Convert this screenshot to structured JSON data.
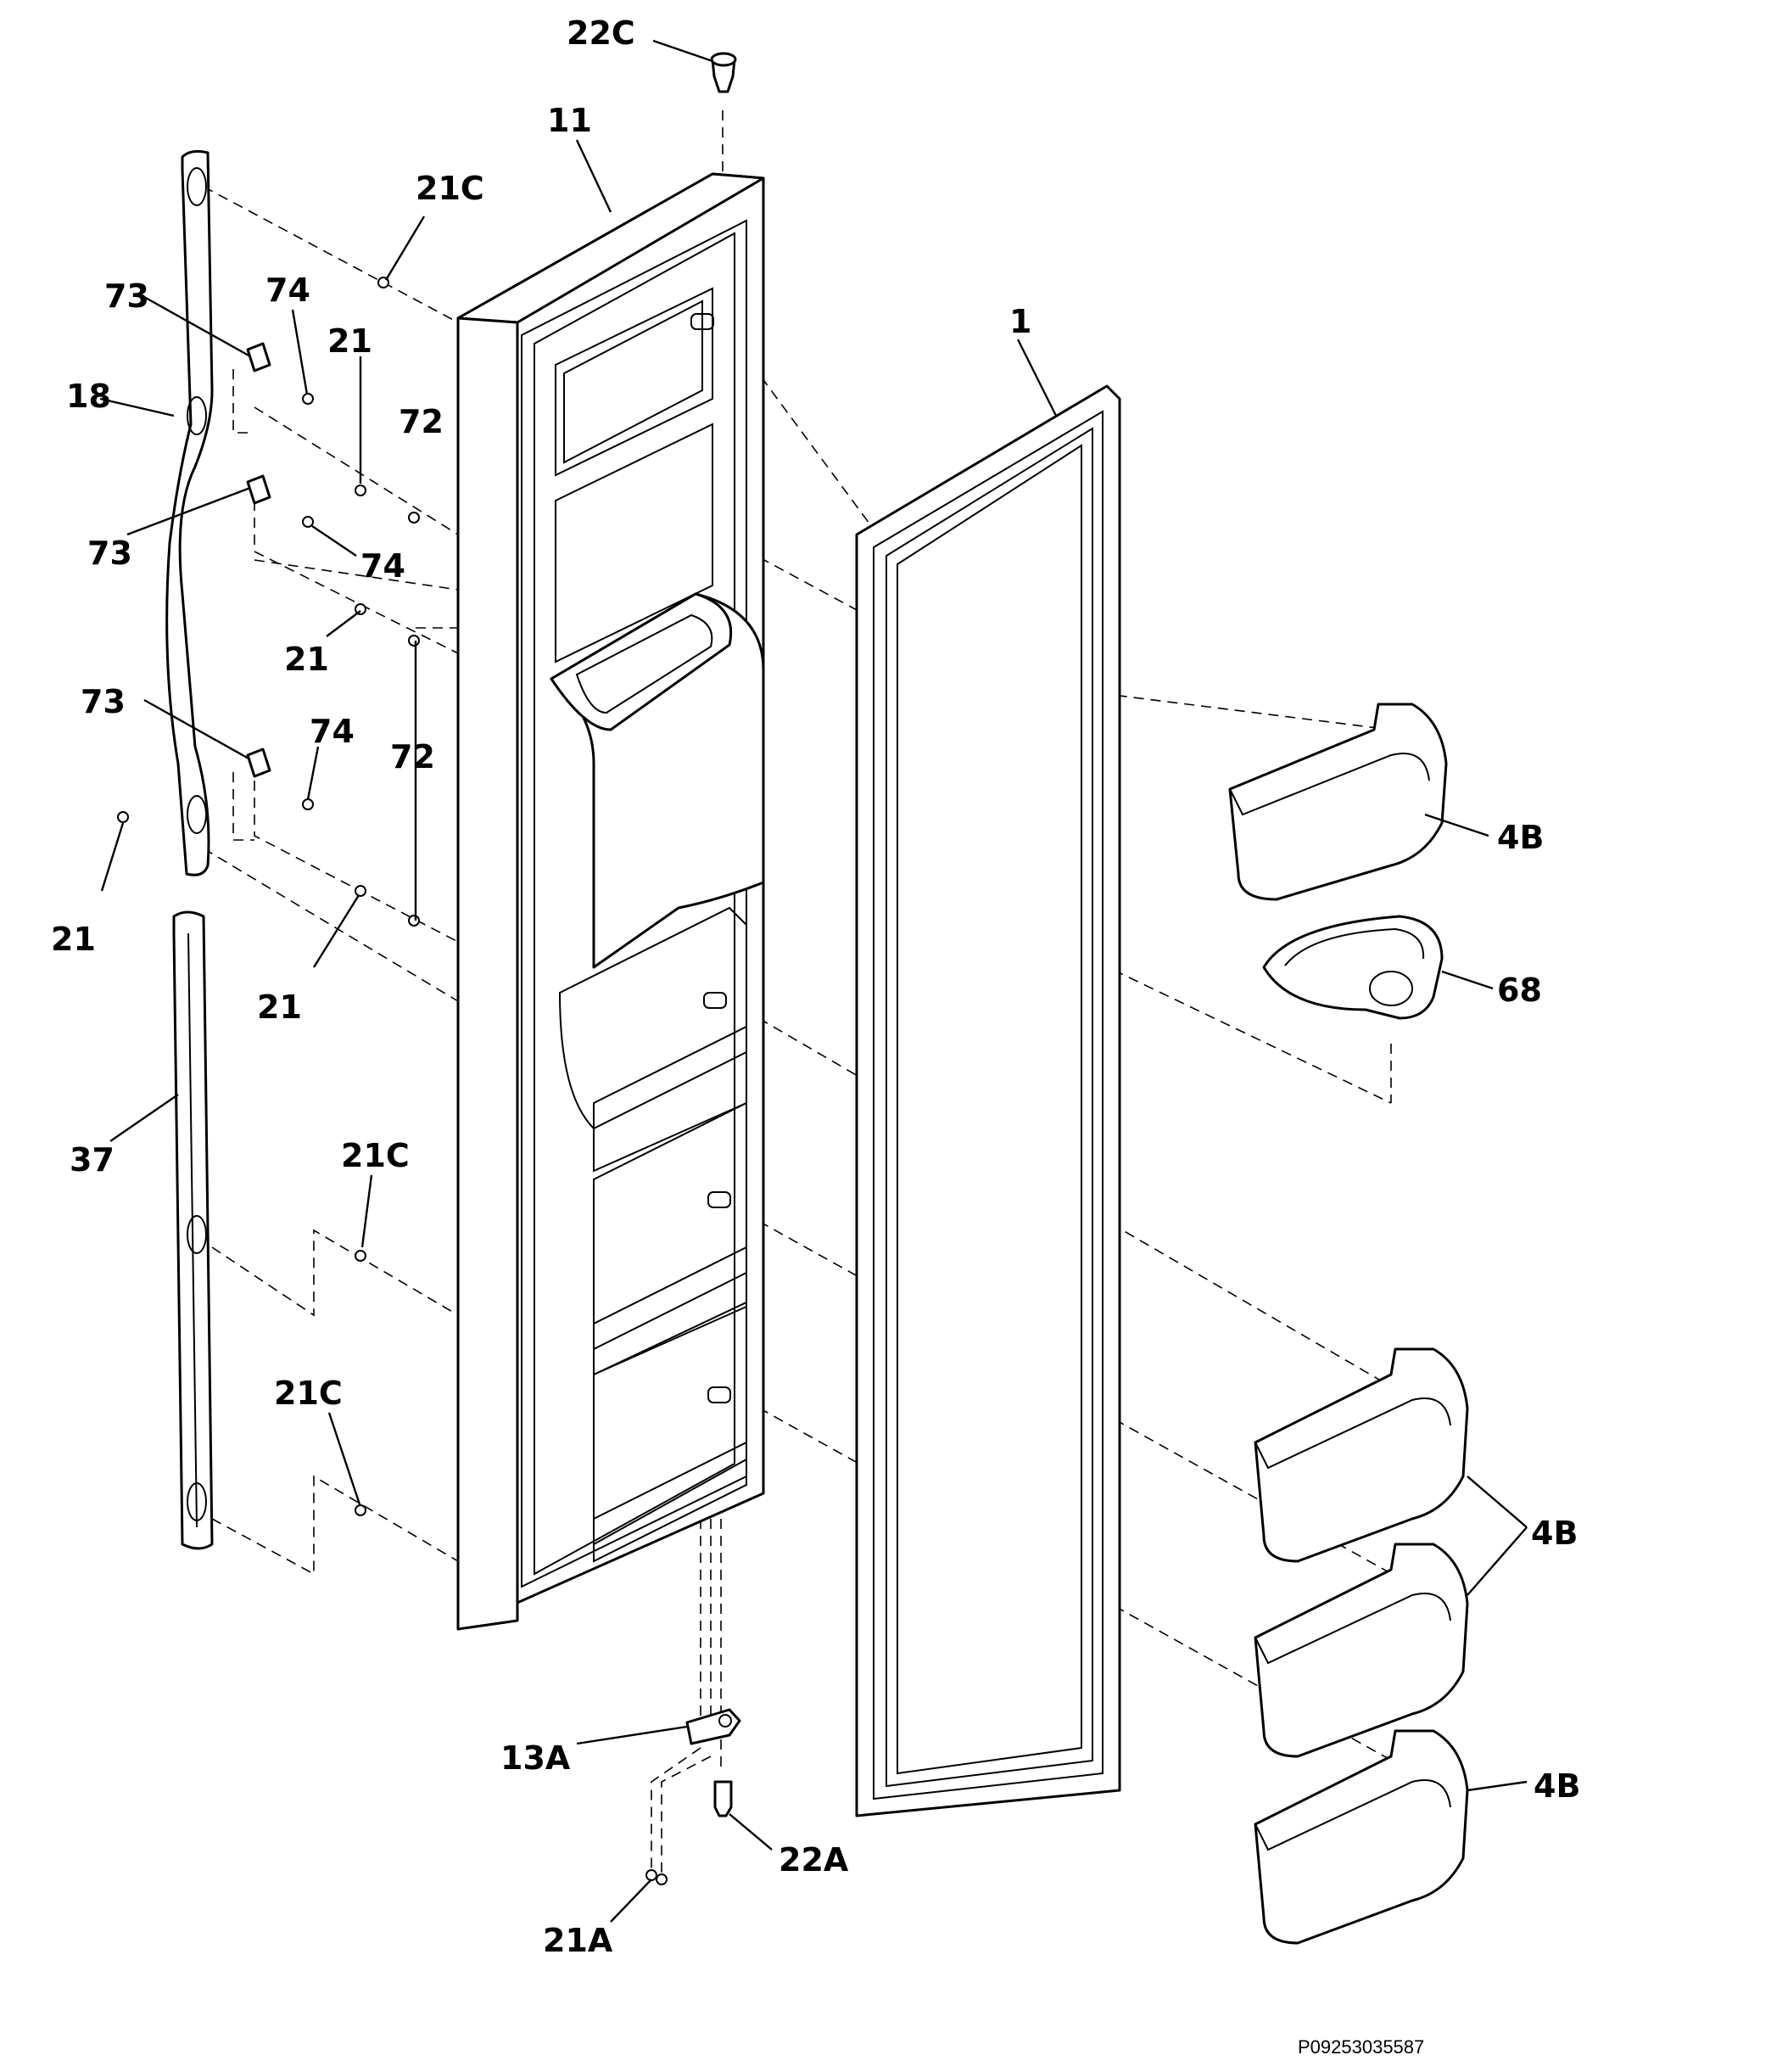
{
  "labels": {
    "l_22C": "22C",
    "l_11": "11",
    "l_21C_a": "21C",
    "l_73_a": "73",
    "l_74_a": "74",
    "l_21_a": "21",
    "l_72_a": "72",
    "l_18": "18",
    "l_73_b": "73",
    "l_74_b": "74",
    "l_21_b": "21",
    "l_73_c": "73",
    "l_74_c": "74",
    "l_72_b": "72",
    "l_21_c": "21",
    "l_21_d": "21",
    "l_1": "1",
    "l_4B_a": "4B",
    "l_68": "68",
    "l_37": "37",
    "l_21C_b": "21C",
    "l_21C_c": "21C",
    "l_4B_b": "4B",
    "l_4B_c": "4B",
    "l_13A": "13A",
    "l_22A": "22A",
    "l_21A": "21A"
  },
  "diagram_code": "P09253035587"
}
